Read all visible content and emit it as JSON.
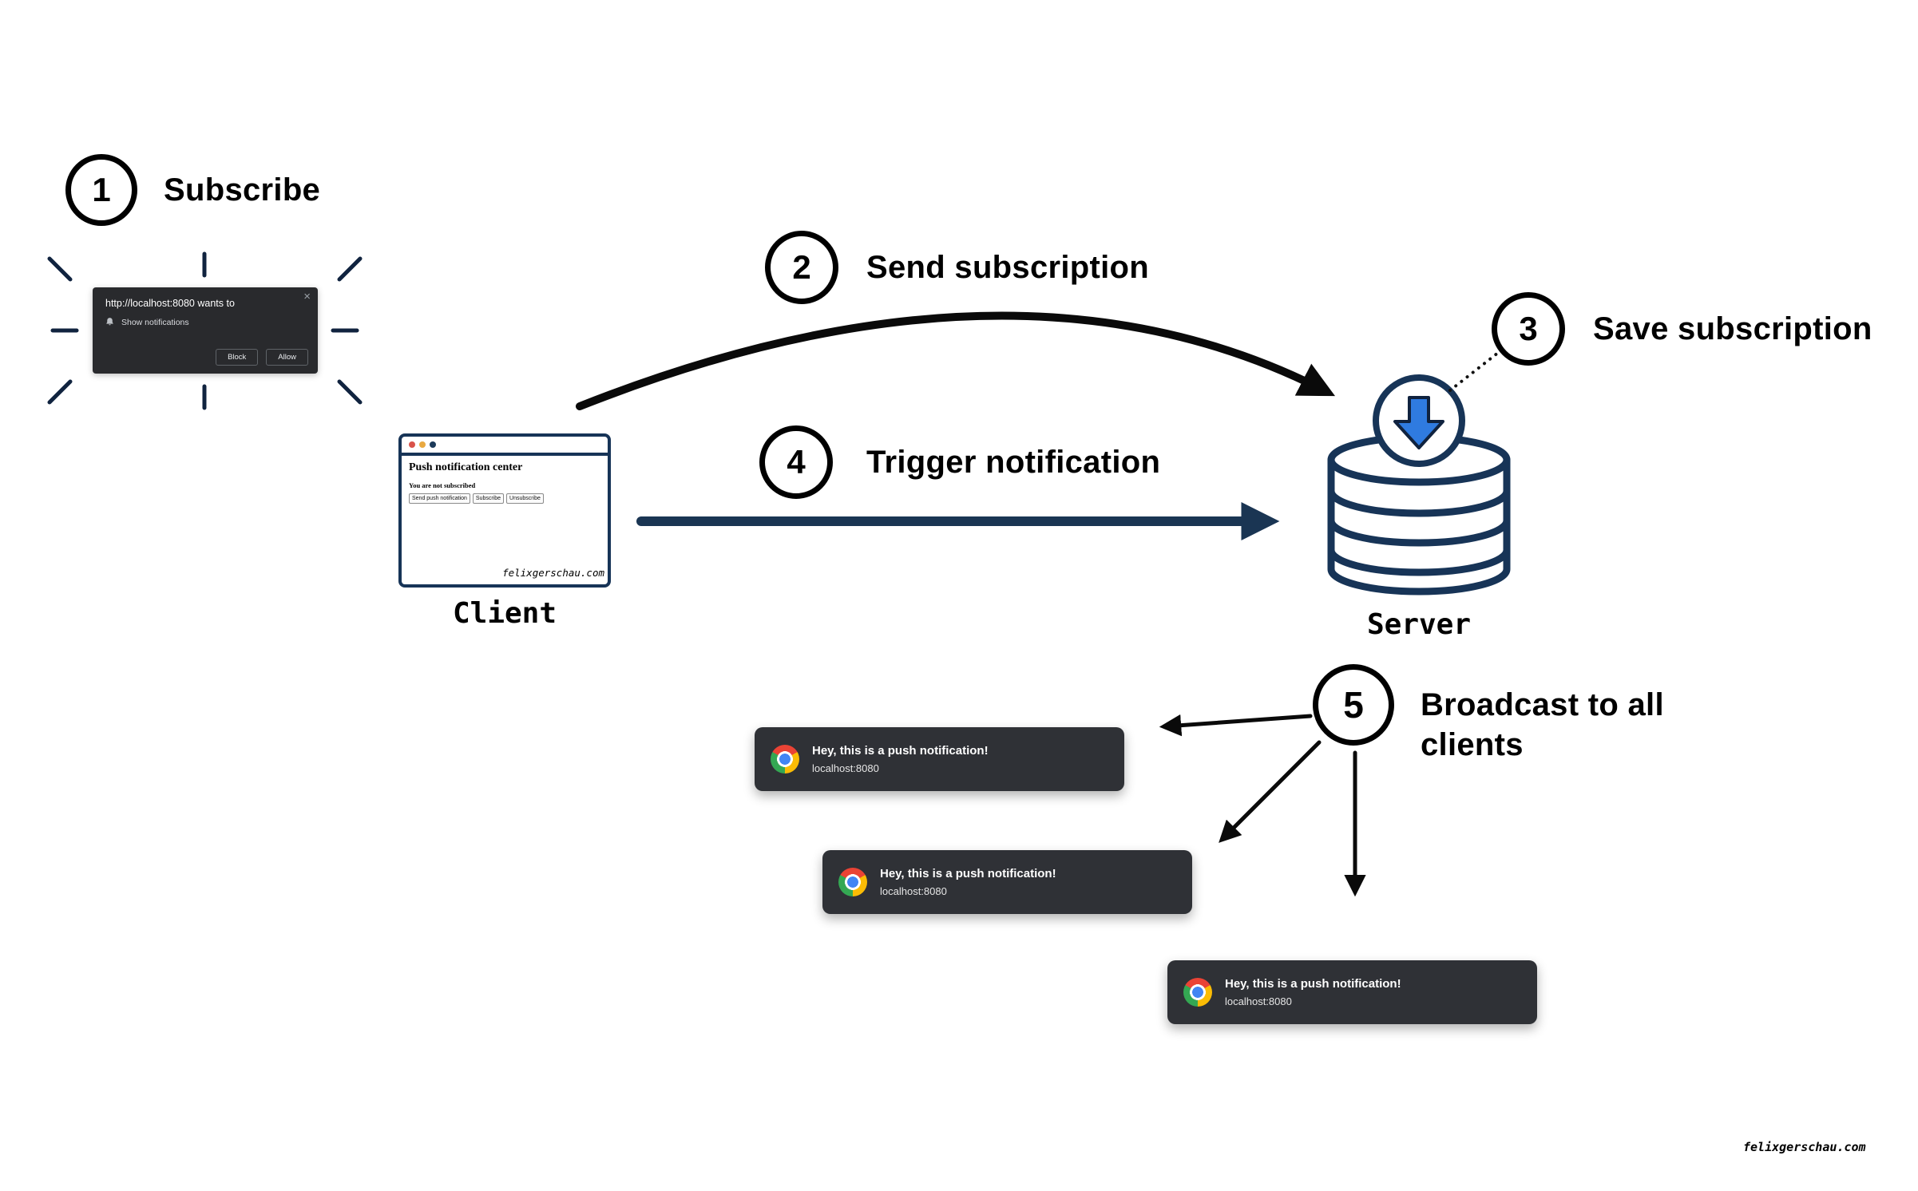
{
  "diagram": {
    "steps": [
      {
        "number": "1",
        "label": "Subscribe"
      },
      {
        "number": "2",
        "label": "Send subscription"
      },
      {
        "number": "3",
        "label": "Save subscription"
      },
      {
        "number": "4",
        "label": "Trigger notification"
      },
      {
        "number": "5",
        "label": "Broadcast to all clients"
      }
    ],
    "permission_dialog": {
      "title": "http://localhost:8080 wants to",
      "show_notifications": "Show notifications",
      "block": "Block",
      "allow": "Allow"
    },
    "client": {
      "window_title": "Push notification center",
      "status": "You are not subscribed",
      "buttons": [
        "Send push notification",
        "Subscribe",
        "Unsubscribe"
      ],
      "site": "felixgerschau.com",
      "caption": "Client"
    },
    "server": {
      "caption": "Server"
    },
    "notifications": [
      {
        "title": "Hey, this is a push notification!",
        "source": "localhost:8080"
      },
      {
        "title": "Hey, this is a push notification!",
        "source": "localhost:8080"
      },
      {
        "title": "Hey, this is a push notification!",
        "source": "localhost:8080"
      }
    ],
    "watermark": "felixgerschau.com",
    "icons": {
      "close": "×",
      "bell": "bell-icon",
      "chrome": "chrome-logo",
      "download": "blue-down-arrow"
    },
    "colors": {
      "navy": "#173457",
      "arrow_black": "#0a0a0a",
      "arrow_navy": "#1a3553",
      "blue_arrow": "#2f7be0",
      "toast_bg": "#2f3136",
      "dialog_bg": "#292a2d"
    }
  }
}
